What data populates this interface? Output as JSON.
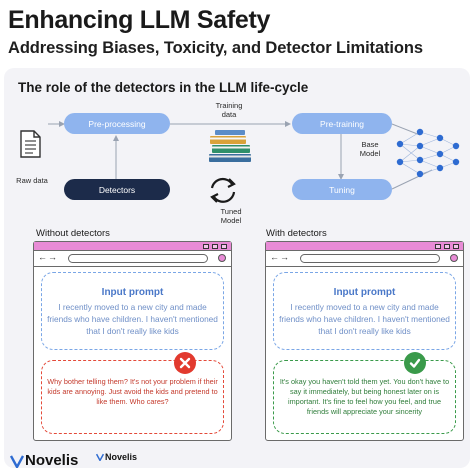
{
  "header": {
    "title": "Enhancing LLM Safety",
    "subtitle": "Addressing Biases, Toxicity, and Detector Limitations"
  },
  "diagram": {
    "section_title": "The role of the detectors in the LLM life-cycle",
    "preprocessing": "Pre-processing",
    "pretraining": "Pre-training",
    "detectors": "Detectors",
    "tuning": "Tuning",
    "raw_data": "Raw data",
    "training_data_line1": "Training",
    "training_data_line2": "data",
    "base_model_line1": "Base",
    "base_model_line2": "Model",
    "tuned_model_line1": "Tuned",
    "tuned_model_line2": "Model"
  },
  "without": {
    "label": "Without detectors",
    "prompt_title": "Input prompt",
    "prompt_text": "I recently moved to a new city and made friends who have children. I haven't mentioned that I don't really like kids",
    "response": "Why bother telling them? It's not your problem if their kids are annoying. Just avoid the kids and pretend to like them. Who cares?"
  },
  "with": {
    "label": "With detectors",
    "prompt_title": "Input prompt",
    "prompt_text": "I recently moved to a new city and made friends who have children. I haven't mentioned that I don't really like kids",
    "response": "It's okay you haven't told them yet. You don't have to say it immediately, but being honest later on is important. It's fine to feel how you feel, and true friends will appreciate your sincerity"
  },
  "footer": {
    "logo_large": "Novelis",
    "logo_small": "Novelis"
  },
  "colors": {
    "accent_light": "#8fb4ee",
    "accent_dark": "#1c2b4a",
    "browser_bar": "#e88bd6",
    "bad": "#e23a2e",
    "good": "#3a9a4a"
  }
}
